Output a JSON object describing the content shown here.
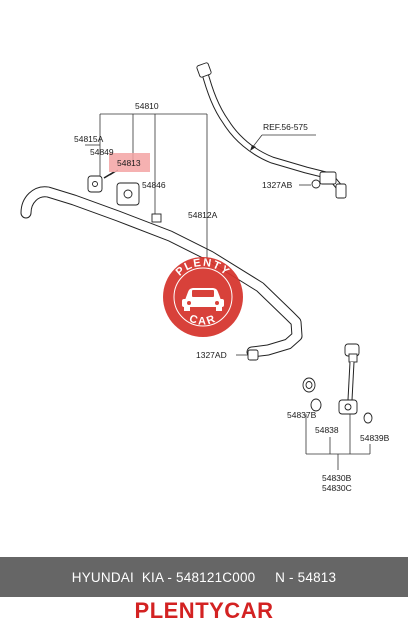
{
  "callouts": {
    "assembly": "54810",
    "bracket_bolt": "54815A",
    "clamp": "54849",
    "bushing_highlighted": "54813",
    "nut": "54846",
    "stabilizer_bar": "54812A",
    "ref_label": "REF.56-575",
    "hose_bolt": "1327AB",
    "bar_bolt": "1327AD",
    "link_bushing": "54837B",
    "washer": "54838",
    "dust_cover": "54839B",
    "link_a": "54830B",
    "link_b": "54830C"
  },
  "watermark": {
    "top_text": "PLENTY",
    "bottom_text": "CAR",
    "color": "#d6332c"
  },
  "highlight_color": "#f3a3a3",
  "footer": {
    "text": "HYUNDAI  KIA - 548121C000     N - 54813",
    "background": "#666666"
  },
  "brand": {
    "text": "PLENTYCAR",
    "color": "#d32222"
  }
}
